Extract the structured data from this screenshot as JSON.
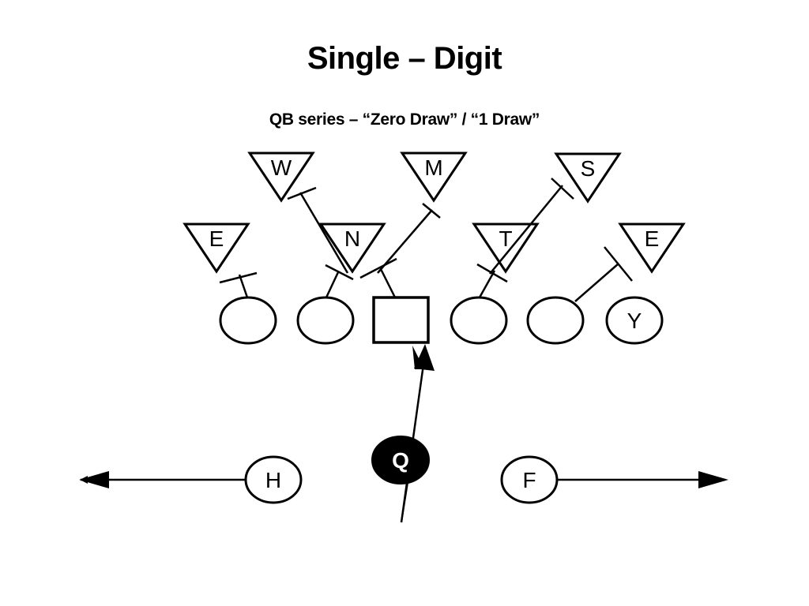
{
  "title": "Single – Digit",
  "subtitle": "QB series – “Zero Draw” / “1 Draw”",
  "defense": {
    "w": "W",
    "m": "M",
    "s": "S",
    "e_left": "E",
    "n": "N",
    "t": "T",
    "e_right": "E"
  },
  "offense": {
    "y": "Y",
    "qb": "Q",
    "h": "H",
    "f": "F"
  },
  "colors": {
    "ink": "#000000",
    "background": "#ffffff",
    "qb_fill": "#000000",
    "qb_text": "#ffffff"
  }
}
